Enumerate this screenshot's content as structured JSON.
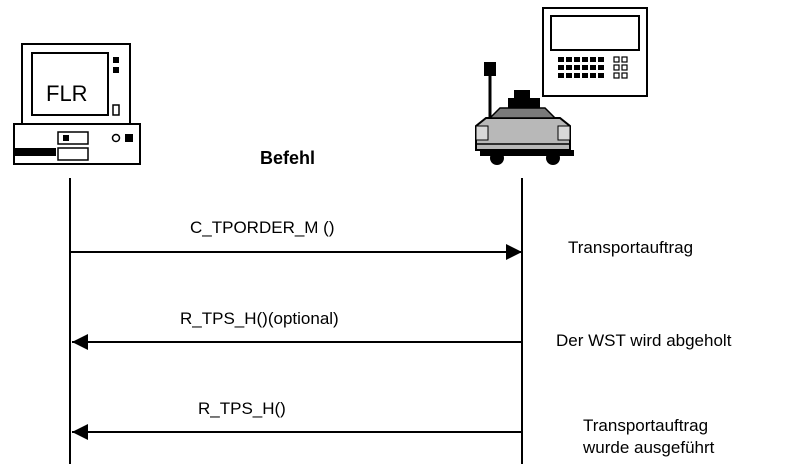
{
  "left_device": {
    "name": "FLR",
    "icon": "computer-icon"
  },
  "right_device": {
    "icon": "agv-vehicle-icon"
  },
  "header": {
    "label": "Befehl"
  },
  "messages": [
    {
      "label": "C_TPORDER_M ()",
      "direction": "left-to-right",
      "description": "Transportauftrag"
    },
    {
      "label": "R_TPS_H()(optional)",
      "direction": "right-to-left",
      "description": "Der WST wird abgeholt"
    },
    {
      "label": "R_TPS_H()",
      "direction": "right-to-left",
      "description_lines": [
        "Transportauftrag",
        "wurde ausgeführt"
      ]
    }
  ]
}
